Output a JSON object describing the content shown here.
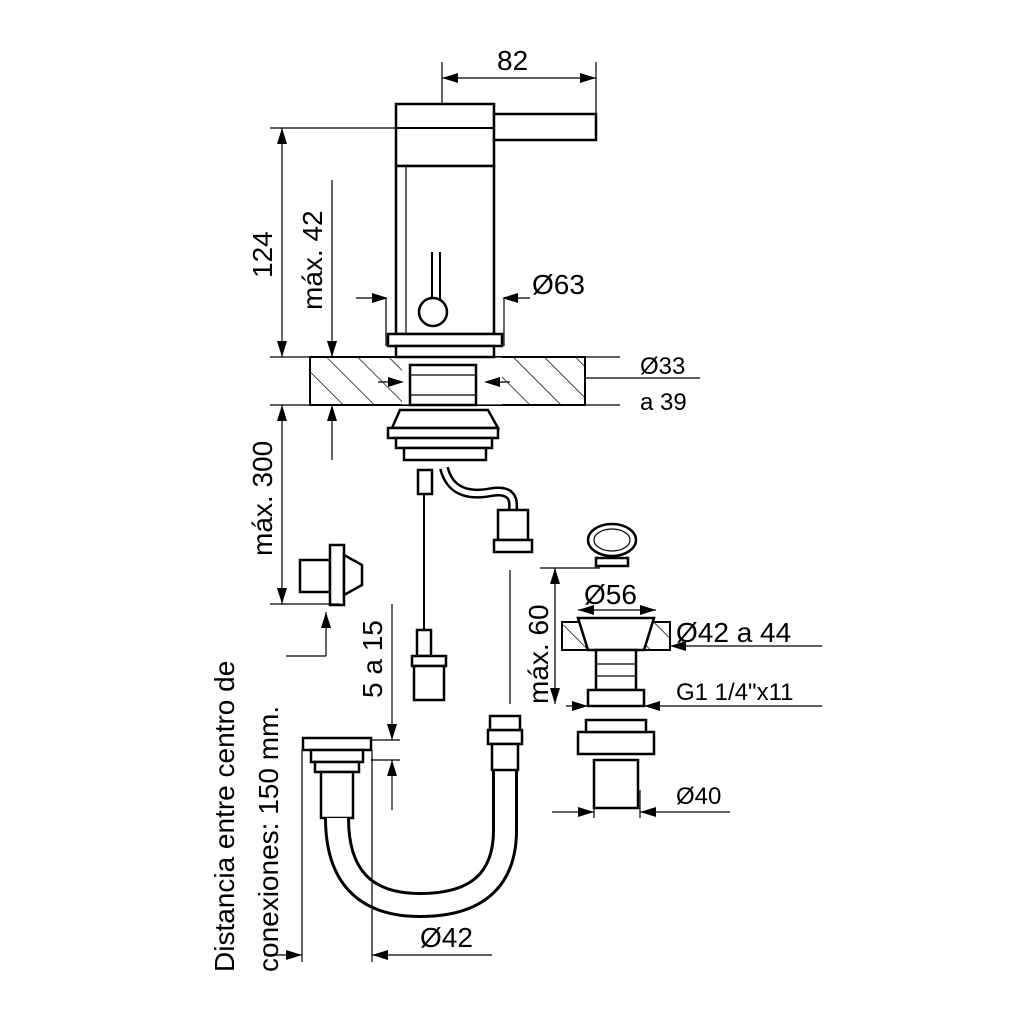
{
  "dimensions": {
    "handle_width": "82",
    "total_height": "124",
    "max_deck_height": "máx. 42",
    "body_diameter": "Ø63",
    "hole_diameter_from": "Ø33",
    "hole_diameter_to": "a 39",
    "max_below_deck": "máx. 300",
    "adjust_range": "5 a 15",
    "hose_diameter": "Ø42",
    "drain_cap_diameter": "Ø56",
    "drain_max_height": "máx. 60",
    "drain_hole_diameter": "Ø42 a 44",
    "drain_thread": "G1 1/4\"x11",
    "tail_diameter": "Ø40"
  },
  "notes": {
    "line1": "Distancia entre centro de",
    "line2": "conexiones: 150 mm."
  }
}
